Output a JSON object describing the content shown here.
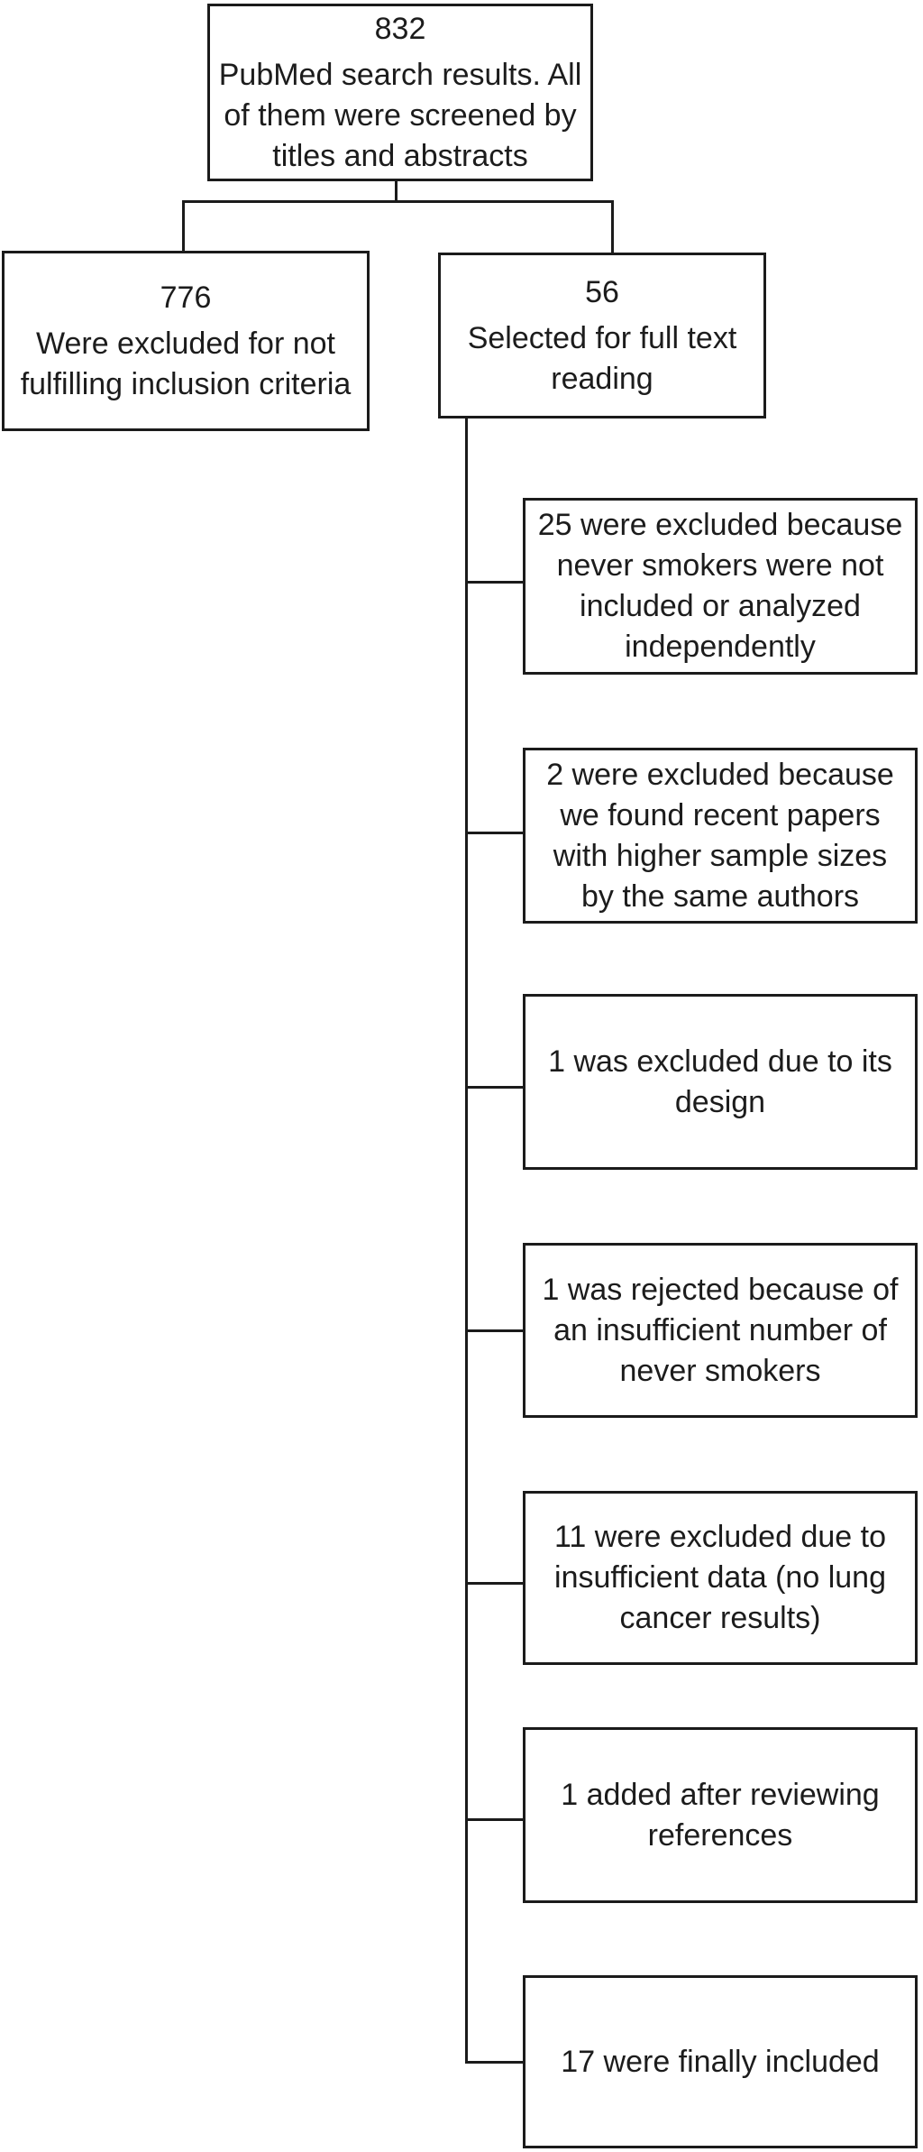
{
  "figure": {
    "type": "study-selection-flowchart",
    "colors": {
      "background": "#ffffff",
      "line": "#1b1b1b",
      "text": "#1c1c1c"
    },
    "nodes": {
      "screened": {
        "count": "832",
        "description": "PubMed search results. All\nof them were screened by\ntitles and abstracts"
      },
      "excluded_initial": {
        "count": "776",
        "description": "Were excluded for not\nfulfilling inclusion criteria"
      },
      "fulltext": {
        "count": "56",
        "description": "Selected for full text\nreading"
      },
      "steps": [
        {
          "text": "25 were excluded because\nnever smokers were not\nincluded or analyzed\nindependently"
        },
        {
          "text": "2 were excluded because\nwe found recent papers\nwith higher sample sizes\nby the same authors"
        },
        {
          "text": "1 was excluded due to its\ndesign"
        },
        {
          "text": "1 was rejected because of\nan insufficient number of\nnever smokers"
        },
        {
          "text": "11 were excluded due to\ninsufficient data (no lung\ncancer results)"
        },
        {
          "text": "1 added after reviewing\nreferences"
        },
        {
          "text": "17 were finally included"
        }
      ]
    }
  }
}
